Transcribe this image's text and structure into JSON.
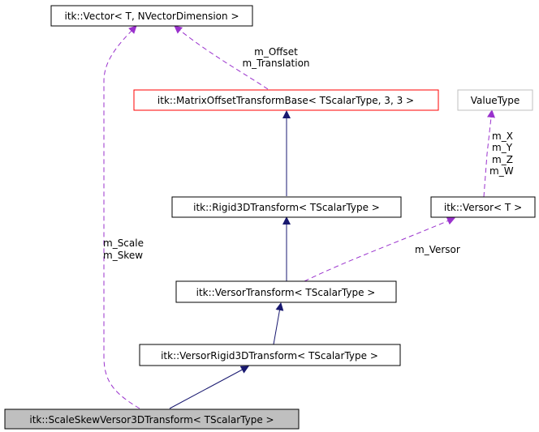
{
  "colors": {
    "inheritance_edge": "#191970",
    "usage_edge": "#9a32cd",
    "node_border": "#000000",
    "root_node_border": "#ff0000",
    "external_node_border": "#bfbfbf",
    "highlight_fill": "#bfbfbf"
  },
  "nodes": {
    "vector": "itk::Vector< T, NVectorDimension >",
    "matrix_offset": "itk::MatrixOffsetTransformBase< TScalarType, 3, 3 >",
    "value_type": "ValueType",
    "rigid3d": "itk::Rigid3DTransform< TScalarType >",
    "versor": "itk::Versor< T >",
    "versor_transform": "itk::VersorTransform< TScalarType >",
    "versor_rigid3d": "itk::VersorRigid3DTransform< TScalarType >",
    "scale_skew": "itk::ScaleSkewVersor3DTransform< TScalarType >"
  },
  "edge_labels": {
    "offset_line1": "m_Offset",
    "offset_line2": "m_Translation",
    "scale_line1": "m_Scale",
    "scale_line2": "m_Skew",
    "xyzw_line1": "m_X",
    "xyzw_line2": "m_Y",
    "xyzw_line3": "m_Z",
    "xyzw_line4": "m_W",
    "versor": "m_Versor"
  }
}
